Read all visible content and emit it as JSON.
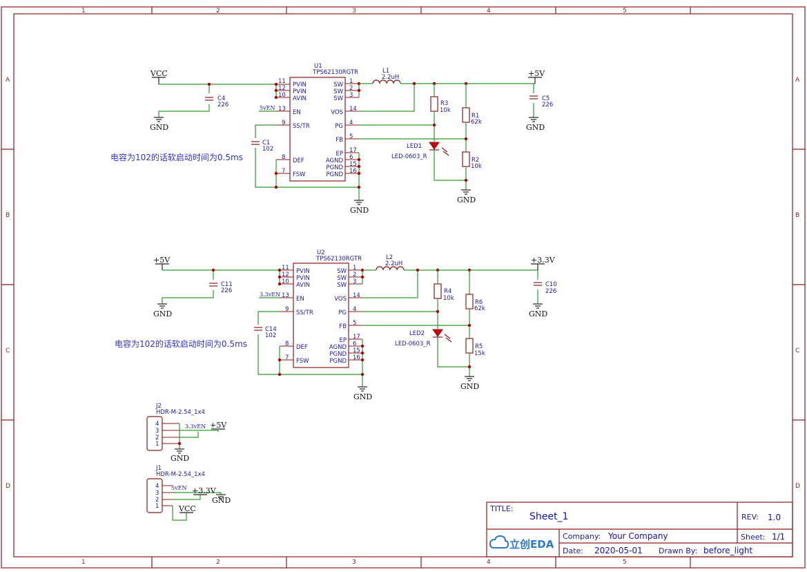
{
  "frame": {
    "col_labels": [
      "1",
      "2",
      "3",
      "4",
      "5"
    ],
    "row_labels": [
      "A",
      "B",
      "C",
      "D"
    ]
  },
  "power": {
    "vcc": "VCC",
    "p5v": "+5V",
    "p33v": "+3.3V",
    "gnd": "GND"
  },
  "nets": {
    "en5": "5vEN",
    "en33": "3.3vEN"
  },
  "u1": {
    "ref": "U1",
    "part": "TPS62130RGTR",
    "left_pins": [
      {
        "num": "11",
        "name": "PVIN"
      },
      {
        "num": "12",
        "name": "PVIN"
      },
      {
        "num": "10",
        "name": "AVIN"
      },
      {
        "num": "13",
        "name": "EN"
      },
      {
        "num": "9",
        "name": "SS/TR"
      },
      {
        "num": "8",
        "name": "DEF"
      },
      {
        "num": "7",
        "name": "FSW"
      }
    ],
    "right_pins": [
      {
        "num": "1",
        "name": "SW"
      },
      {
        "num": "2",
        "name": "SW"
      },
      {
        "num": "3",
        "name": "SW"
      },
      {
        "num": "14",
        "name": "VOS"
      },
      {
        "num": "4",
        "name": "PG"
      },
      {
        "num": "5",
        "name": "FB"
      },
      {
        "num": "17",
        "name": "EP"
      },
      {
        "num": "6",
        "name": "AGND"
      },
      {
        "num": "15",
        "name": "PGND"
      },
      {
        "num": "16",
        "name": "PGND"
      }
    ]
  },
  "u2": {
    "ref": "U2",
    "part": "TPS62130RGTR"
  },
  "components": {
    "c4": {
      "ref": "C4",
      "val": "226"
    },
    "c5": {
      "ref": "C5",
      "val": "226"
    },
    "c1": {
      "ref": "C1",
      "val": "102"
    },
    "l1": {
      "ref": "L1",
      "val": "2.2uH"
    },
    "r3": {
      "ref": "R3",
      "val": "10k"
    },
    "r1": {
      "ref": "R1",
      "val": "62k"
    },
    "r2": {
      "ref": "R2",
      "val": "10k"
    },
    "led1": {
      "ref": "LED1",
      "val": "LED-0603_R"
    },
    "c11": {
      "ref": "C11",
      "val": "226"
    },
    "c10": {
      "ref": "C10",
      "val": "226"
    },
    "c14": {
      "ref": "C14",
      "val": "102"
    },
    "l2": {
      "ref": "L2",
      "val": "2.2uH"
    },
    "r4": {
      "ref": "R4",
      "val": "10k"
    },
    "r6": {
      "ref": "R6",
      "val": "62k"
    },
    "r5": {
      "ref": "R5",
      "val": "15k"
    },
    "led2": {
      "ref": "LED2",
      "val": "LED-0603_R"
    },
    "j2": {
      "ref": "J2",
      "val": "HDR-M-2.54_1x4"
    },
    "j1": {
      "ref": "J1",
      "val": "HDR-M-2.54_1x4"
    }
  },
  "header_pins": [
    "4",
    "3",
    "2",
    "1"
  ],
  "notes": {
    "soft_start_1": "电容为102的话软启动时间为0.5ms",
    "soft_start_2": "电容为102的话软启动时间为0.5ms"
  },
  "title_block": {
    "title_label": "TITLE:",
    "title": "Sheet_1",
    "rev_label": "REV:",
    "rev": "1.0",
    "company_label": "Company:",
    "company": "Your Company",
    "sheet_label": "Sheet:",
    "sheet": "1/1",
    "date_label": "Date:",
    "date": "2020-05-01",
    "drawn_label": "Drawn By:",
    "drawn": "before_light",
    "logo": "立创EDA"
  }
}
